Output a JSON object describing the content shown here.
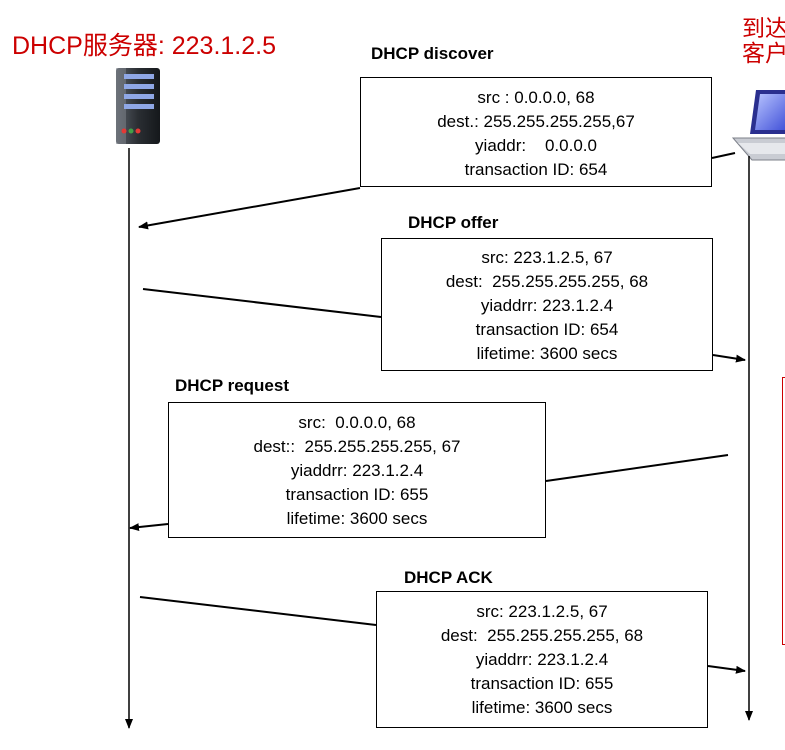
{
  "titles": {
    "server": "DHCP服务器: 223.1.2.5",
    "client_line1": "到达",
    "client_line2": "客户"
  },
  "colors": {
    "accent": "#cc0000",
    "line": "#000000"
  },
  "messages": [
    {
      "label": "DHCP discover",
      "lines": [
        "src : 0.0.0.0, 68",
        "dest.: 255.255.255.255,67",
        "yiaddr:    0.0.0.0",
        "transaction ID: 654"
      ]
    },
    {
      "label": "DHCP offer",
      "lines": [
        "src: 223.1.2.5, 67",
        "dest:  255.255.255.255, 68",
        "yiaddrr: 223.1.2.4",
        "transaction ID: 654",
        "lifetime: 3600 secs"
      ]
    },
    {
      "label": "DHCP request",
      "lines": [
        "src:  0.0.0.0, 68",
        "dest::  255.255.255.255, 67",
        "yiaddrr: 223.1.2.4",
        "transaction ID: 655",
        "lifetime: 3600 secs"
      ]
    },
    {
      "label": "DHCP ACK",
      "lines": [
        "src: 223.1.2.5, 67",
        "dest:  255.255.255.255, 68",
        "yiaddrr: 223.1.2.4",
        "transaction ID: 655",
        "lifetime: 3600 secs"
      ]
    }
  ],
  "icons": {
    "server": "server-tower-icon",
    "client": "laptop-icon"
  }
}
